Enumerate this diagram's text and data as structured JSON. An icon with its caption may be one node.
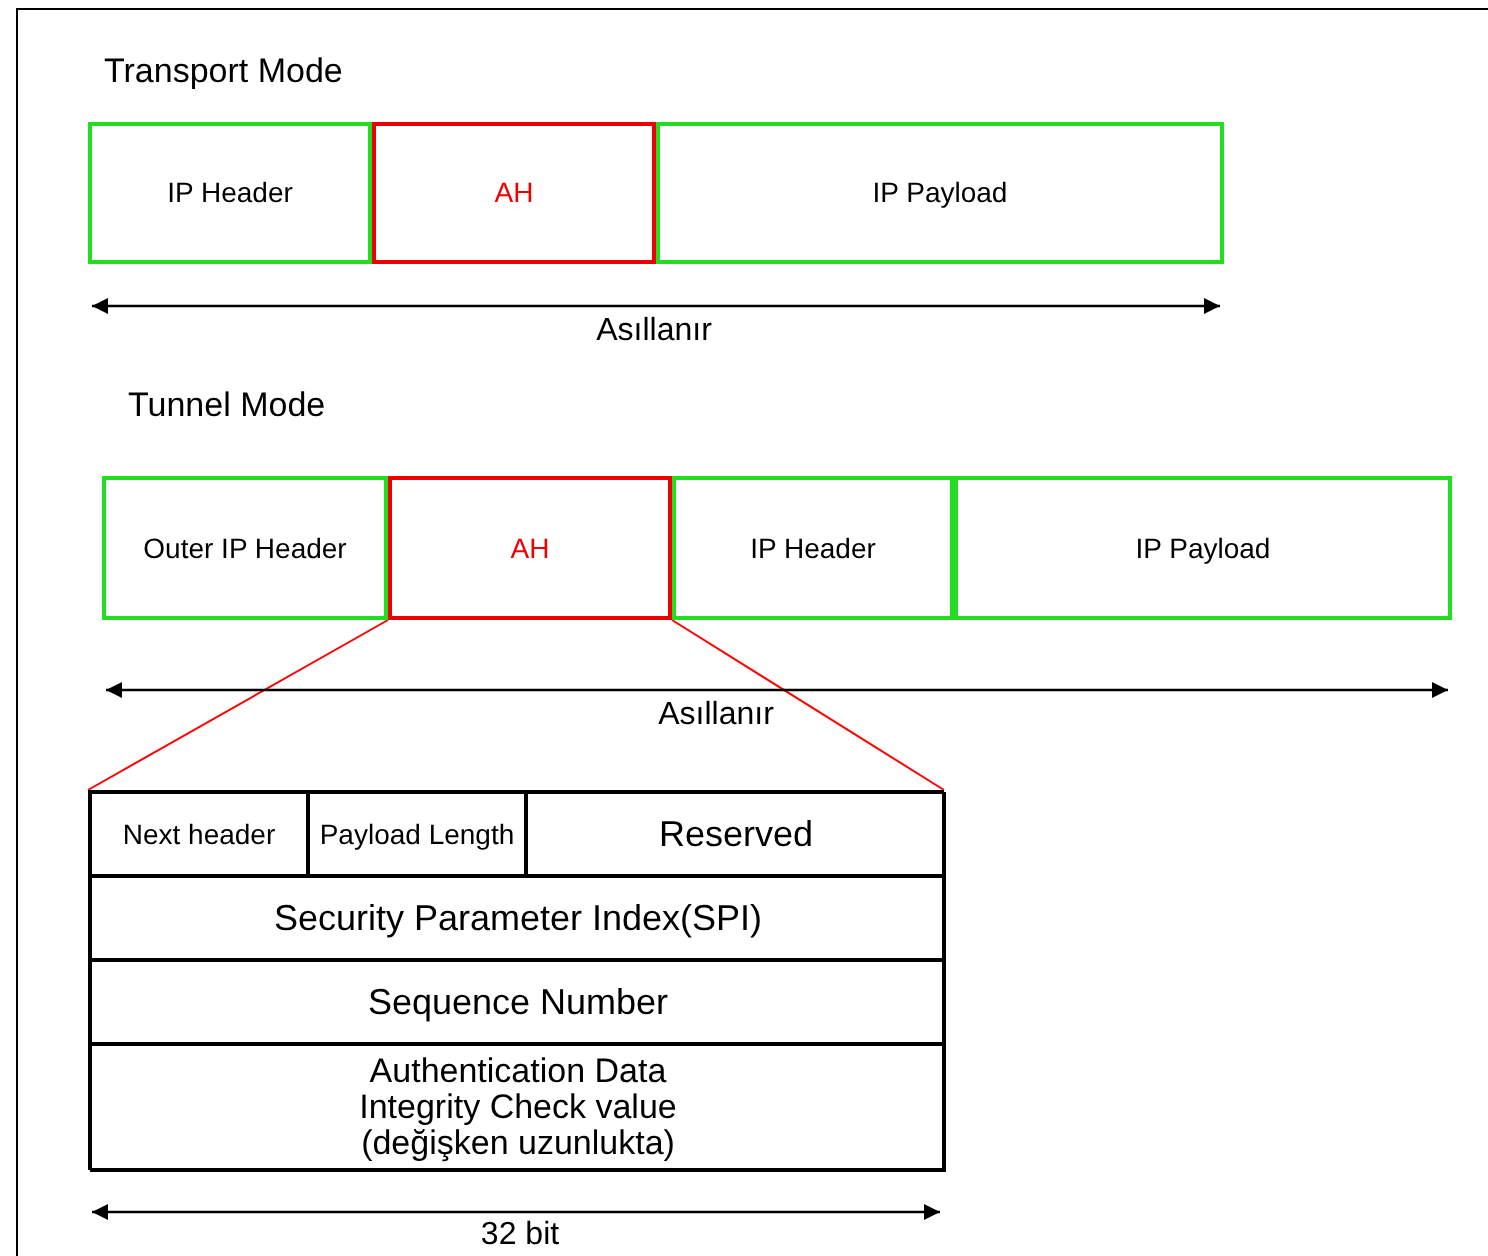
{
  "diagram": {
    "nodes": [
      {
        "text": [
          "IP Header"
        ]
      },
      {
        "text": [
          "AH"
        ]
      },
      {
        "text": [
          "IP Payload"
        ]
      },
      {
        "text": [
          "Outer IP Header"
        ]
      },
      {
        "text": [
          "AH"
        ]
      },
      {
        "text": [
          "IP Header"
        ]
      },
      {
        "text": [
          "IP Payload"
        ]
      },
      {
        "text": [],
        "shape": "box"
      },
      {
        "text": [
          "Next header"
        ],
        "in": 7
      },
      {
        "text": [
          "Payload Length"
        ],
        "in": 7
      },
      {
        "text": [
          "Reserved"
        ],
        "in": 7
      },
      {
        "text": [
          "Security Parameter Index(SPI)"
        ],
        "in": 7
      },
      {
        "text": [
          "Sequence Number"
        ],
        "in": 7
      },
      {
        "text": [
          "Authentication Data",
          "Integrity Check value",
          "(değişken uzunlukta)"
        ],
        "in": 7
      }
    ],
    "edges": [
      {
        "from": 4,
        "to": 7,
        "arrow": "none",
        "color": "#ff0000"
      },
      {
        "from": 4,
        "to": 7,
        "arrow": "none",
        "color": "#ff0000"
      }
    ],
    "labels": [
      "Transport Mode",
      "Asıllanır",
      "Tunnel Mode",
      "Asıllanır",
      "32 bit"
    ]
  }
}
